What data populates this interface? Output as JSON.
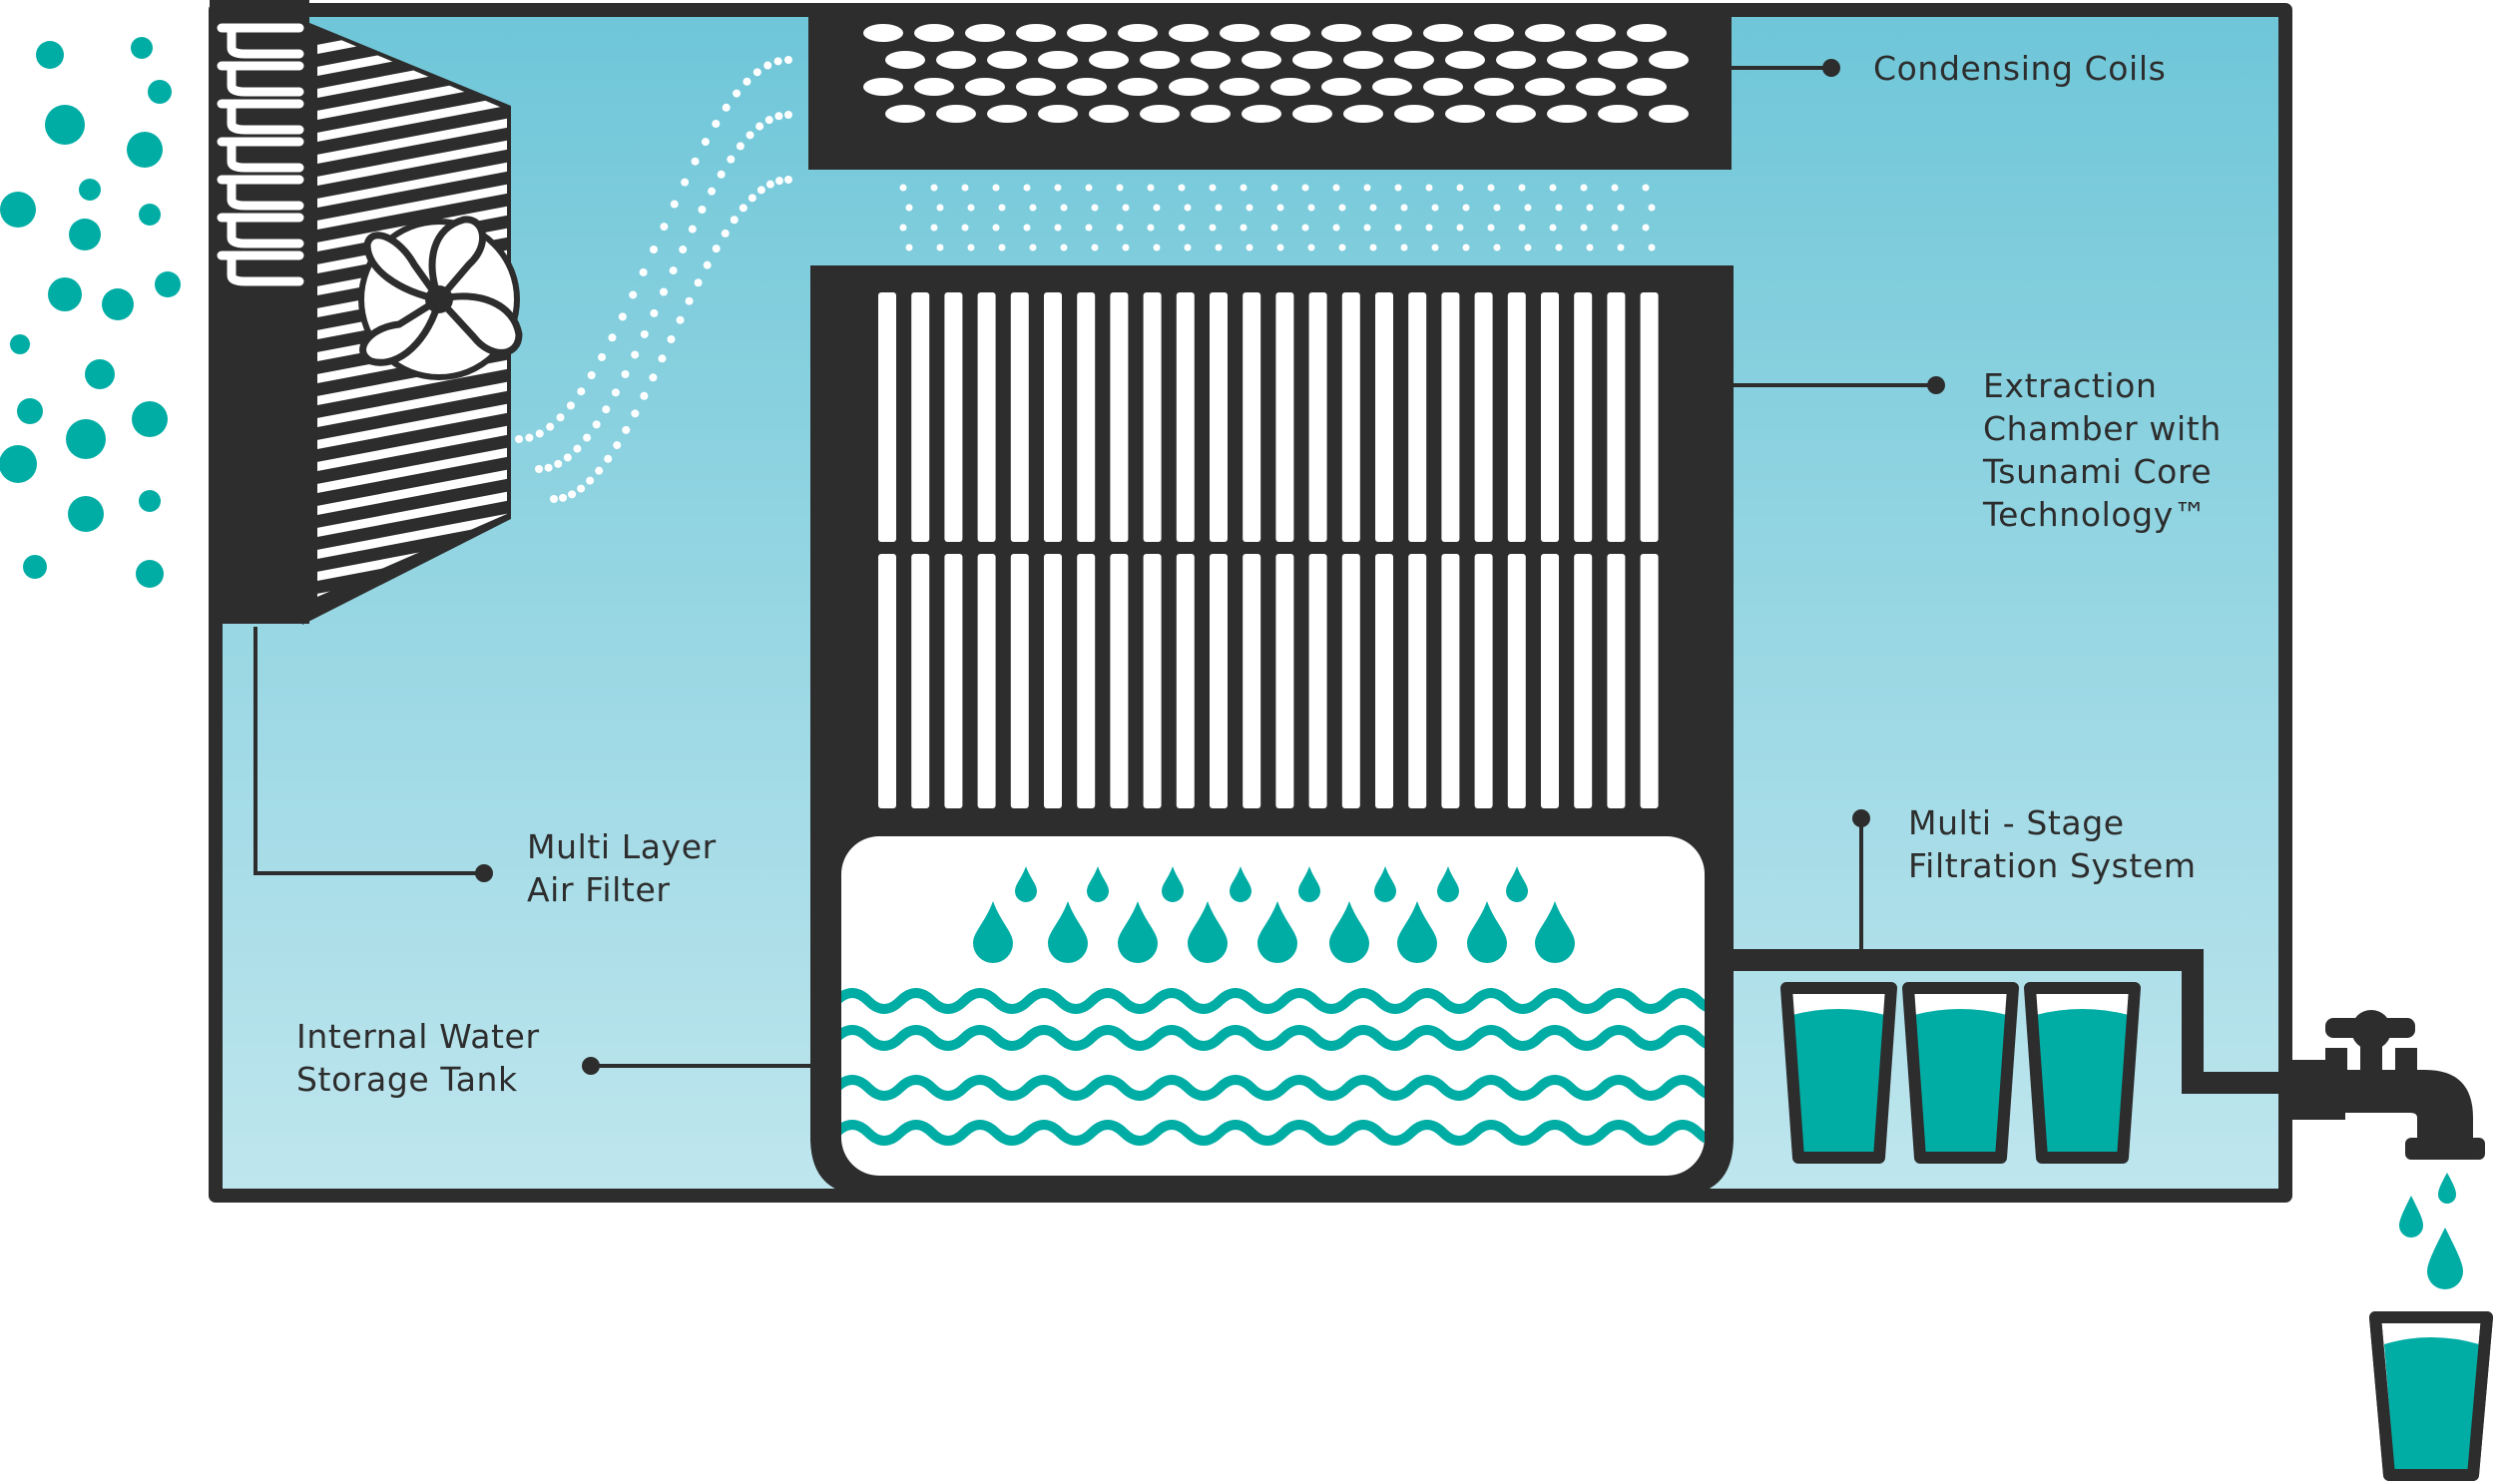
{
  "colors": {
    "outline": "#2d2d2d",
    "accent": "#00ada4",
    "background_top": "#6ec6d8",
    "background_bottom": "#bfe6ee",
    "white": "#ffffff"
  },
  "labels": {
    "condensing_coils": "Condensing Coils",
    "extraction_chamber": [
      "Extraction",
      "Chamber with",
      "Tsunami Core",
      "Technology™"
    ],
    "multi_stage_filtration": [
      "Multi - Stage",
      "Filtration System"
    ],
    "multi_layer_air_filter": [
      "Multi Layer",
      "Air Filter"
    ],
    "internal_water_tank": [
      "Internal Water",
      "Storage Tank"
    ]
  },
  "icons": [
    "air-bubbles-icon",
    "fan-icon",
    "water-drop-icon",
    "faucet-icon",
    "water-glass-icon"
  ]
}
